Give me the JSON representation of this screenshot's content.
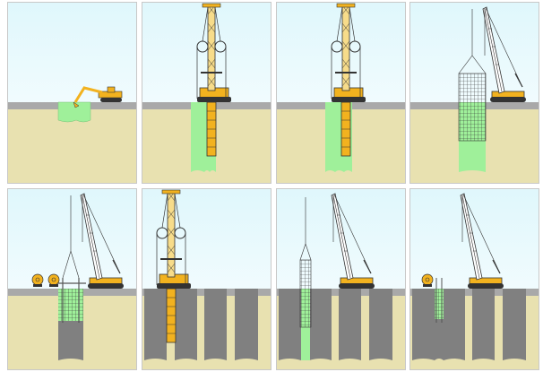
{
  "colors": {
    "sky_top": "#ffffff",
    "sky_bottom": "#dff6fb",
    "ground_surface": "#a9a9a9",
    "soil": "#e8e1b0",
    "slurry": "#9ff09a",
    "concrete_panel": "#808080",
    "machine": "#f2b21f",
    "steel": "#333333",
    "panel_border": "#c8c8c8"
  },
  "panels": [
    {
      "step": 1,
      "equipment": "excavator-icon"
    },
    {
      "step": 2,
      "equipment": "trench-grab-rig-icon"
    },
    {
      "step": 3,
      "equipment": "trench-grab-rig-icon"
    },
    {
      "step": 4,
      "equipment": "crawler-crane-icon"
    },
    {
      "step": 5,
      "equipment": "crawler-crane-icon"
    },
    {
      "step": 6,
      "equipment": "trench-grab-rig-icon"
    },
    {
      "step": 7,
      "equipment": "crawler-crane-icon"
    },
    {
      "step": 8,
      "equipment": "crawler-crane-icon"
    }
  ]
}
